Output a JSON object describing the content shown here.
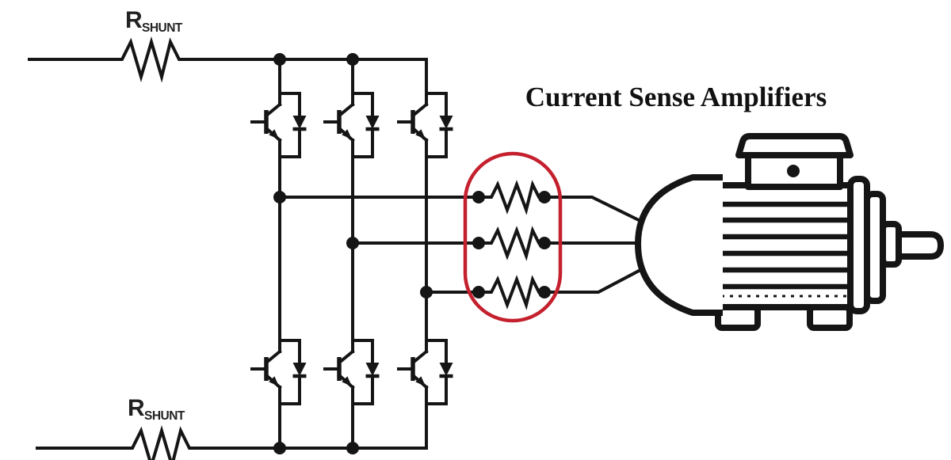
{
  "diagram": {
    "title": "Current Sense Amplifiers",
    "shunt_top": {
      "main": "R",
      "sub": "SHUNT"
    },
    "shunt_bottom": {
      "main": "R",
      "sub": "SHUNT"
    },
    "colors": {
      "line": "#151515",
      "highlight": "#c4202e",
      "bg": "#ffffff"
    }
  }
}
